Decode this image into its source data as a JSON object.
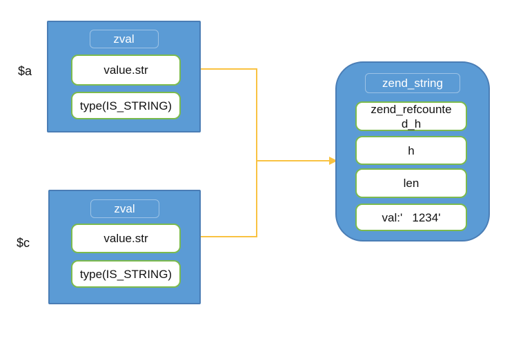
{
  "colors": {
    "box-fill": "#5B9BD5",
    "box-border": "#4A7DB5",
    "tag-border": "#9DC3E6",
    "field-border": "#7CBA4D",
    "arrow": "#F9C241",
    "text-light": "#FFFFFF",
    "text-dark": "#111111",
    "background": "#FFFFFF"
  },
  "labels": {
    "var_a": "$a",
    "var_c": "$c"
  },
  "zval_a": {
    "title": "zval",
    "fields": [
      "value.str",
      "type(IS_STRING)"
    ]
  },
  "zval_c": {
    "title": "zval",
    "fields": [
      "value.str",
      "type(IS_STRING)"
    ]
  },
  "zend_string": {
    "title": "zend_string",
    "fields": [
      {
        "lines": [
          "zend_refcounte",
          "d_h"
        ]
      },
      {
        "lines": [
          "h"
        ]
      },
      {
        "lines": [
          "len"
        ]
      },
      {
        "lines": [
          "val:'   1234'"
        ]
      }
    ]
  },
  "connections": [
    {
      "from": "zval-a value.str",
      "to": "zend_string"
    },
    {
      "from": "zval-c value.str",
      "to": "zend_string"
    }
  ]
}
